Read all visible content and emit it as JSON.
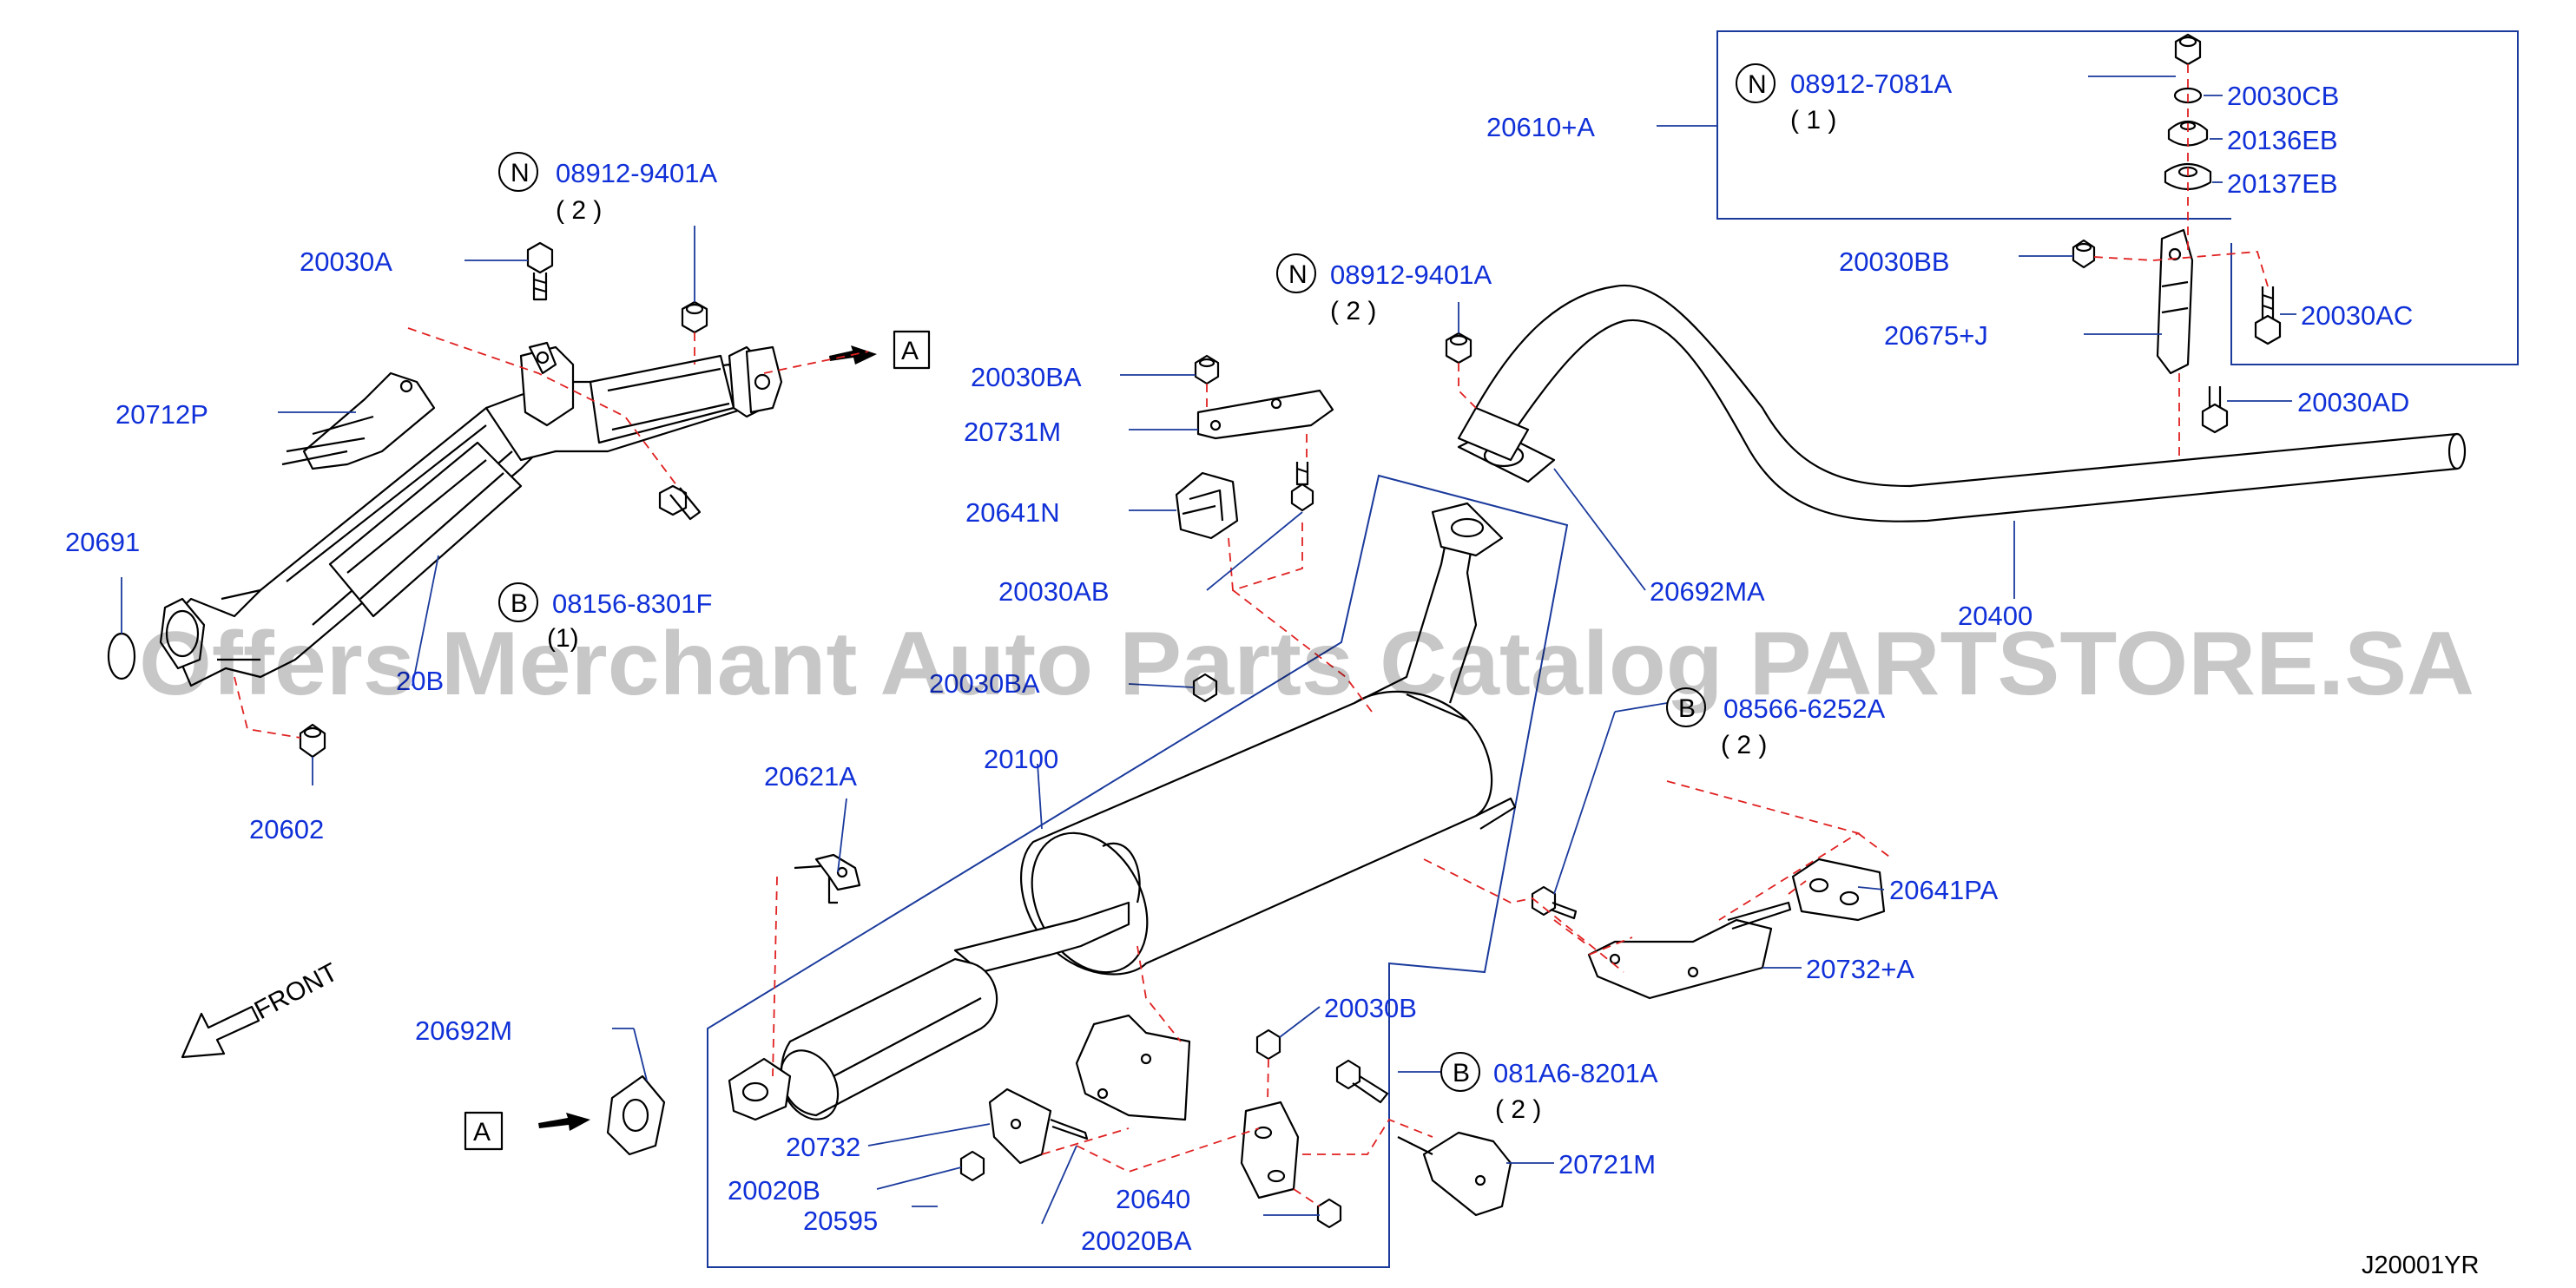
{
  "diagram": {
    "watermark": "Offers Merchant Auto Parts Catalog PARTSTORE.SA",
    "diagram_code": "J20001YR",
    "front_label": "FRONT",
    "ref_mark": "A",
    "labels": {
      "p20030A": "20030A",
      "p08912_9401A_top": "08912-9401A",
      "qty2_top": "( 2 )",
      "p20712P": "20712P",
      "p20691": "20691",
      "p08156_8301F": "08156-8301F",
      "qty1_08156": "(1)",
      "p20B": "20B",
      "p20602": "20602",
      "p20030BA": "20030BA",
      "p20731M": "20731M",
      "p20641N": "20641N",
      "p20030AB": "20030AB",
      "p2030BA_partial": "20030BA",
      "p08912_9401A_mid": "08912-9401A",
      "qty2_mid": "( 2 )",
      "p20610A": "20610+A",
      "p08912_7081A": "08912-7081A",
      "qty1_7081": "( 1 )",
      "p20030CB": "20030CB",
      "p20136EB": "20136EB",
      "p20137EB": "20137EB",
      "p20030BB": "20030BB",
      "p20675J": "20675+J",
      "p20030AC": "20030AC",
      "p20030AD": "20030AD",
      "p20692MA": "20692MA",
      "p20400": "20400",
      "p08566_6252A": "08566-6252A",
      "qty2_6252": "( 2 )",
      "p20621A": "20621A",
      "p20100": "20100",
      "p20641PA": "20641PA",
      "p20732A": "20732+A",
      "p20692M": "20692M",
      "p20030B": "20030B",
      "p081A6_8201A": "081A6-8201A",
      "qty2_8201": "( 2 )",
      "p20732": "20732",
      "p20020B": "20020B",
      "p20595": "20595",
      "p20640": "20640",
      "p20020BA": "20020BA",
      "p20721M": "20721M"
    },
    "badges": {
      "n1": "N",
      "n2": "N",
      "n3": "N",
      "b1": "B",
      "b2": "B",
      "b3": "B"
    }
  }
}
